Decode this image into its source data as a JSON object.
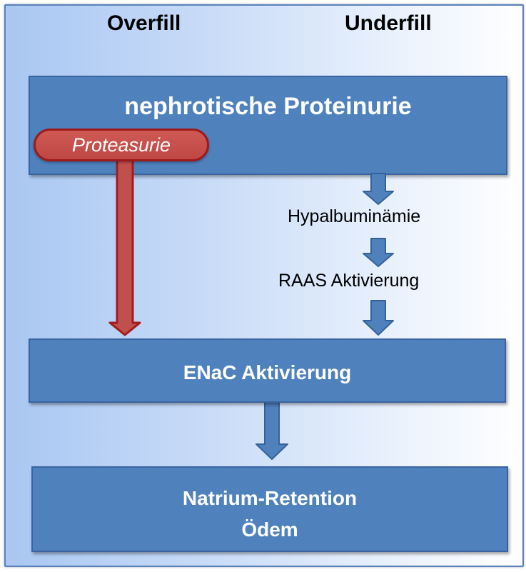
{
  "headers": {
    "left": "Overfill",
    "right": "Underfill"
  },
  "boxes": {
    "top": "nephrotische Proteinurie",
    "middle": "ENaC Aktivierung",
    "bottom_line1": "Natrium-Retention",
    "bottom_line2": "Ödem"
  },
  "pill": {
    "label": "Proteasurie"
  },
  "steps": {
    "step1": "Hypalbuminämie",
    "step2": "RAAS Aktivierung"
  },
  "colors": {
    "box_fill": "#4f81bd",
    "box_border": "#3a64a0",
    "pill_fill": "#c0504d",
    "pill_border": "#9e1a1a",
    "background_left": "#a9c7f2",
    "background_right": "#ffffff"
  }
}
